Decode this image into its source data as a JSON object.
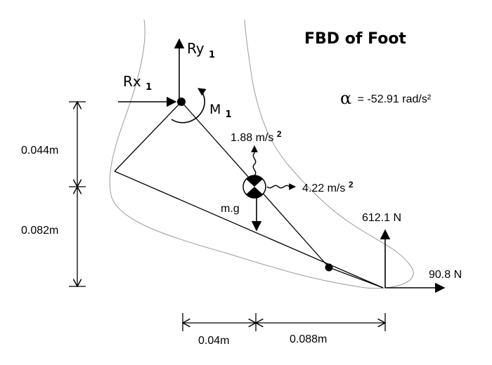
{
  "title": "FBD of Foot",
  "alpha": {
    "symbol": "α",
    "text": "= -52.91 rad/s²"
  },
  "reactions": {
    "ry": {
      "base": "Ry",
      "sub": "1"
    },
    "rx": {
      "base": "Rx",
      "sub": "1"
    },
    "moment": {
      "base": "M",
      "sub": "1"
    }
  },
  "accelerations": {
    "vertical": {
      "value": "1.88 m/s",
      "sup": "2"
    },
    "horizontal": {
      "value": "4.22 m/s",
      "sup": "2"
    }
  },
  "weight": "m.g",
  "forces": {
    "vertical": "612.1 N",
    "horizontal": "90.8 N"
  },
  "dimensions": {
    "upper_vertical": "0.044m",
    "lower_vertical": "0.082m",
    "left_horizontal": "0.04m",
    "right_horizontal": "0.088m"
  }
}
